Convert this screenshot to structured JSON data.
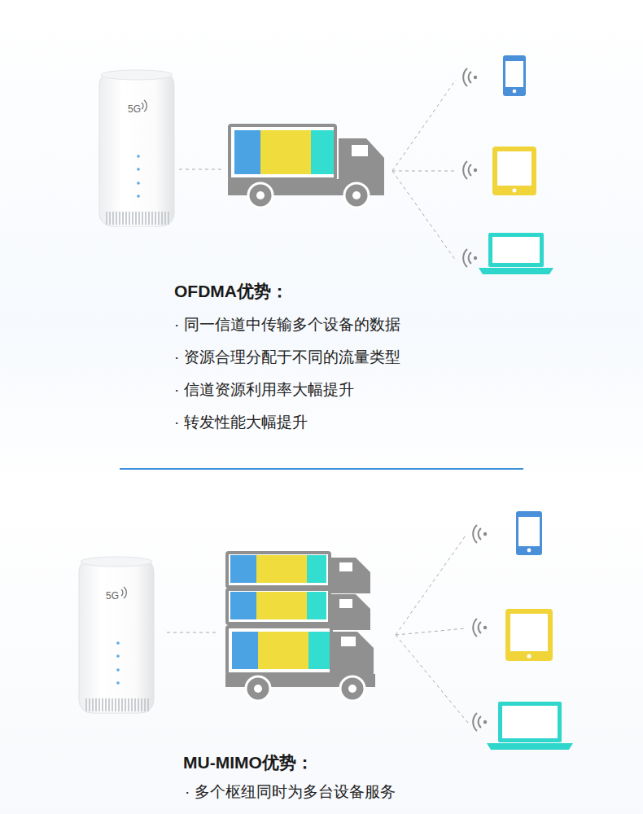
{
  "diagram": {
    "labels": [
      "5G",
      "OFDMA优势：",
      "· 同一信道中传输多个设备的数据",
      "· 资源合理分配于不同的流量类型",
      "· 信道资源利用率大幅提升",
      "· 转发性能大幅提升",
      "5G",
      "MU-MIMO优势：",
      "· 多个枢纽同时为多台设备服务"
    ]
  }
}
